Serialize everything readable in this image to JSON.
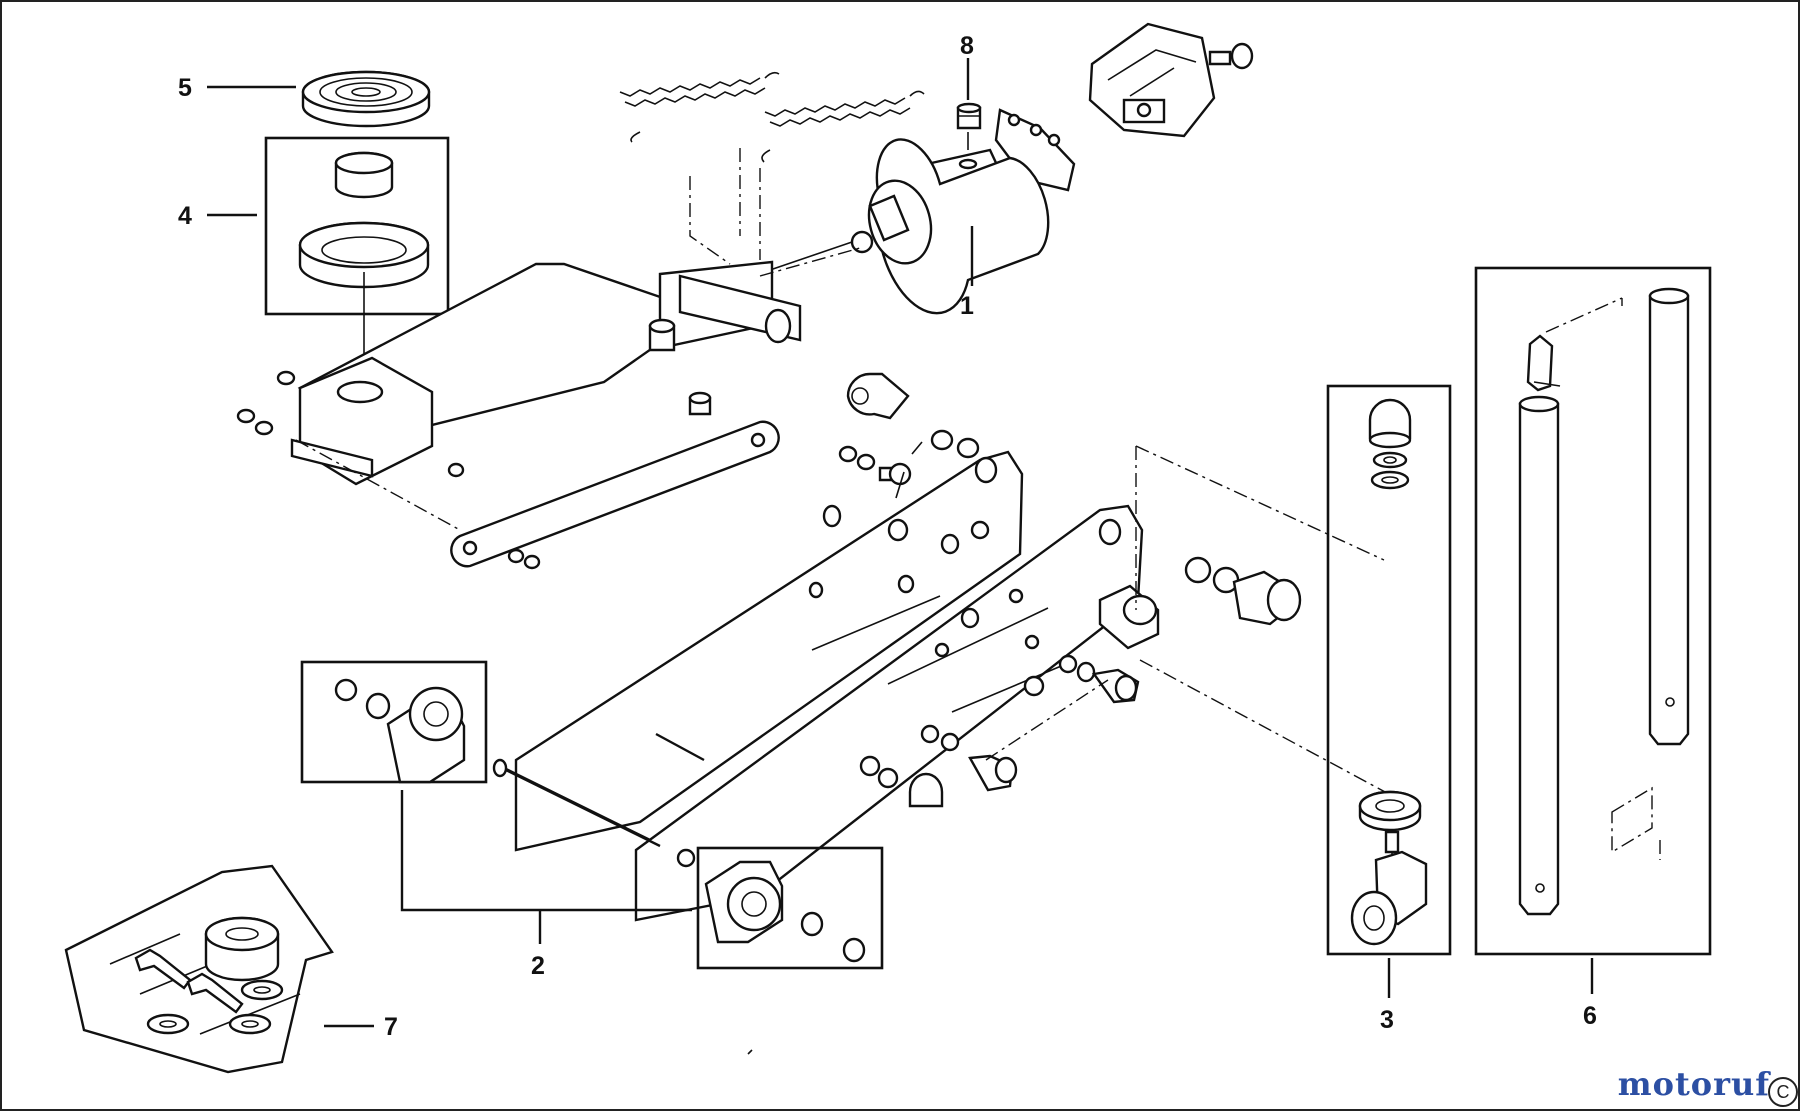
{
  "callouts": {
    "c1": "1",
    "c2": "2",
    "c3": "3",
    "c4": "4",
    "c5": "5",
    "c6": "6",
    "c7": "7",
    "c8": "8"
  },
  "watermark": "motoruf",
  "copyright_symbol": "C"
}
